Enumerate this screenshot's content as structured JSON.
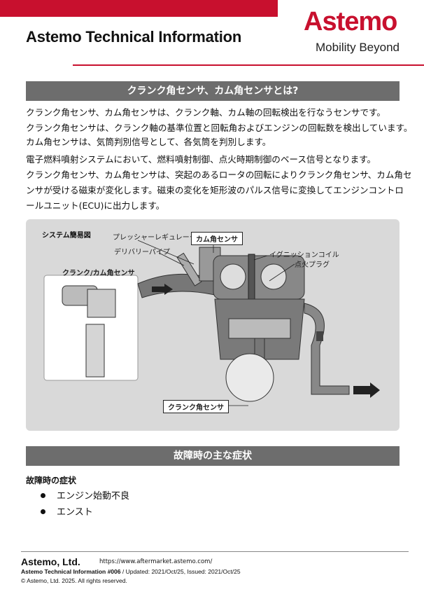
{
  "header": {
    "title": "Astemo Technical Information",
    "brand": "Astemo",
    "tagline": "Mobility Beyond"
  },
  "section1": {
    "title": "クランク角センサ、カム角センサとは?",
    "paragraph1": [
      "クランク角センサ、カム角センサは、クランク軸、カム軸の回転検出を行なうセンサです。",
      "クランク角センサは、クランク軸の基準位置と回転角およびエンジンの回転数を検出しています。"
    ],
    "paragraph2": "カム角センサは、気筒判別信号として、各気筒を判別します。",
    "paragraph3": [
      "電子燃料噴射システムにおいて、燃料噴射制御、点火時期制御のベース信号となります。",
      "クランク角センサ、カム角センサは、突起のあるロータの回転によりクランク角センサ、カム角セ",
      "ンサが受ける磁束が変化します。磁束の変化を矩形波のパルス信号に変換してエンジンコントロ",
      "ールユニット(ECU)に出力します。"
    ]
  },
  "diagram": {
    "label": "システム簡易図",
    "callouts": {
      "pressure_regulator": "プレッシャーレギュレータ",
      "delivery_pipe": "デリバリーパイプ",
      "cam_sensor": "カム角センサ",
      "ignition_coil": "イグニッションコイル",
      "spark_plug": "点火プラグ",
      "crank_cam_sensor": "クランク/カム角センサ",
      "crank_sensor": "クランク角センサ"
    }
  },
  "section2": {
    "title": "故障時の主な症状",
    "subheading": "故障時の症状",
    "bullets": [
      "エンジン始動不良",
      "エンスト"
    ]
  },
  "footer": {
    "company": "Astemo, Ltd.",
    "url": "https://www.aftermarket.astemo.com/",
    "doc_id": "Astemo Technical Information #006",
    "doc_dates": " / Updated: 2021/Oct/25, Issued: 2021/Oct/25",
    "copyright": "© Astemo, Ltd. 2025. All rights reserved."
  },
  "colors": {
    "brand_red": "#c8102e",
    "section_bar": "#6d6d6d",
    "diagram_bg": "#d9d9d9"
  }
}
